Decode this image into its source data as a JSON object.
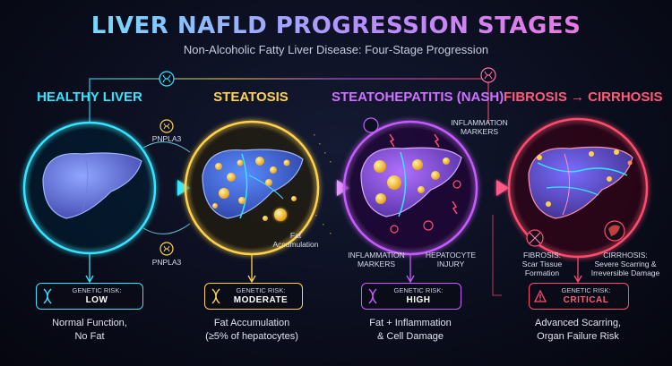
{
  "title": "LIVER NAFLD PROGRESSION STAGES",
  "subtitle": "Non-Alcoholic Fatty Liver Disease: Four-Stage Progression",
  "colors": {
    "healthy": "#35e4ff",
    "steatosis": "#ffd24a",
    "nash": "#c65cff",
    "fibrosis": "#ff4b6e"
  },
  "stages": [
    {
      "title": "HEALTHY LIVER",
      "risk_label": "GENETIC RISK:",
      "risk_value": "LOW",
      "description_line1": "Normal Function,",
      "description_line2": "No Fat"
    },
    {
      "title": "STEATOSIS",
      "risk_label": "GENETIC RISK:",
      "risk_value": "MODERATE",
      "description_line1": "Fat Accumulation",
      "description_line2": "(≥5% of hepatocytes)"
    },
    {
      "title": "STEATOHEPATITIS (NASH)",
      "risk_label": "GENETIC RISK:",
      "risk_value": "HIGH",
      "description_line1": "Fat + Inflammation",
      "description_line2": "& Cell Damage"
    },
    {
      "title": "FIBROSIS → CIRRHOSIS",
      "risk_label": "GENETIC RISK:",
      "risk_value": "CRITICAL",
      "description_line1": "Advanced Scarring,",
      "description_line2": "Organ Failure Risk"
    }
  ],
  "annotations": {
    "gene_top": "PNPLA3",
    "gene_bottom": "PNPLA3",
    "fat_line1": "Fat",
    "fat_line2": "Accumulation",
    "inflam_top_line1": "INFLAMMATION",
    "inflam_top_line2": "MARKERS",
    "inflam_bottom_line1": "INFLAMMATION",
    "inflam_bottom_line2": "MARKERS",
    "hepatocyte_line1": "HEPATOCYTE",
    "hepatocyte_line2": "INJURY",
    "fibrosis_line1": "FIBROSIS:",
    "fibrosis_line2": "Scar Tissue",
    "fibrosis_line3": "Formation",
    "cirrhosis_line1": "CIRRHOSIS:",
    "cirrhosis_line2": "Severe Scarring &",
    "cirrhosis_line3": "Irreversible Damage"
  }
}
